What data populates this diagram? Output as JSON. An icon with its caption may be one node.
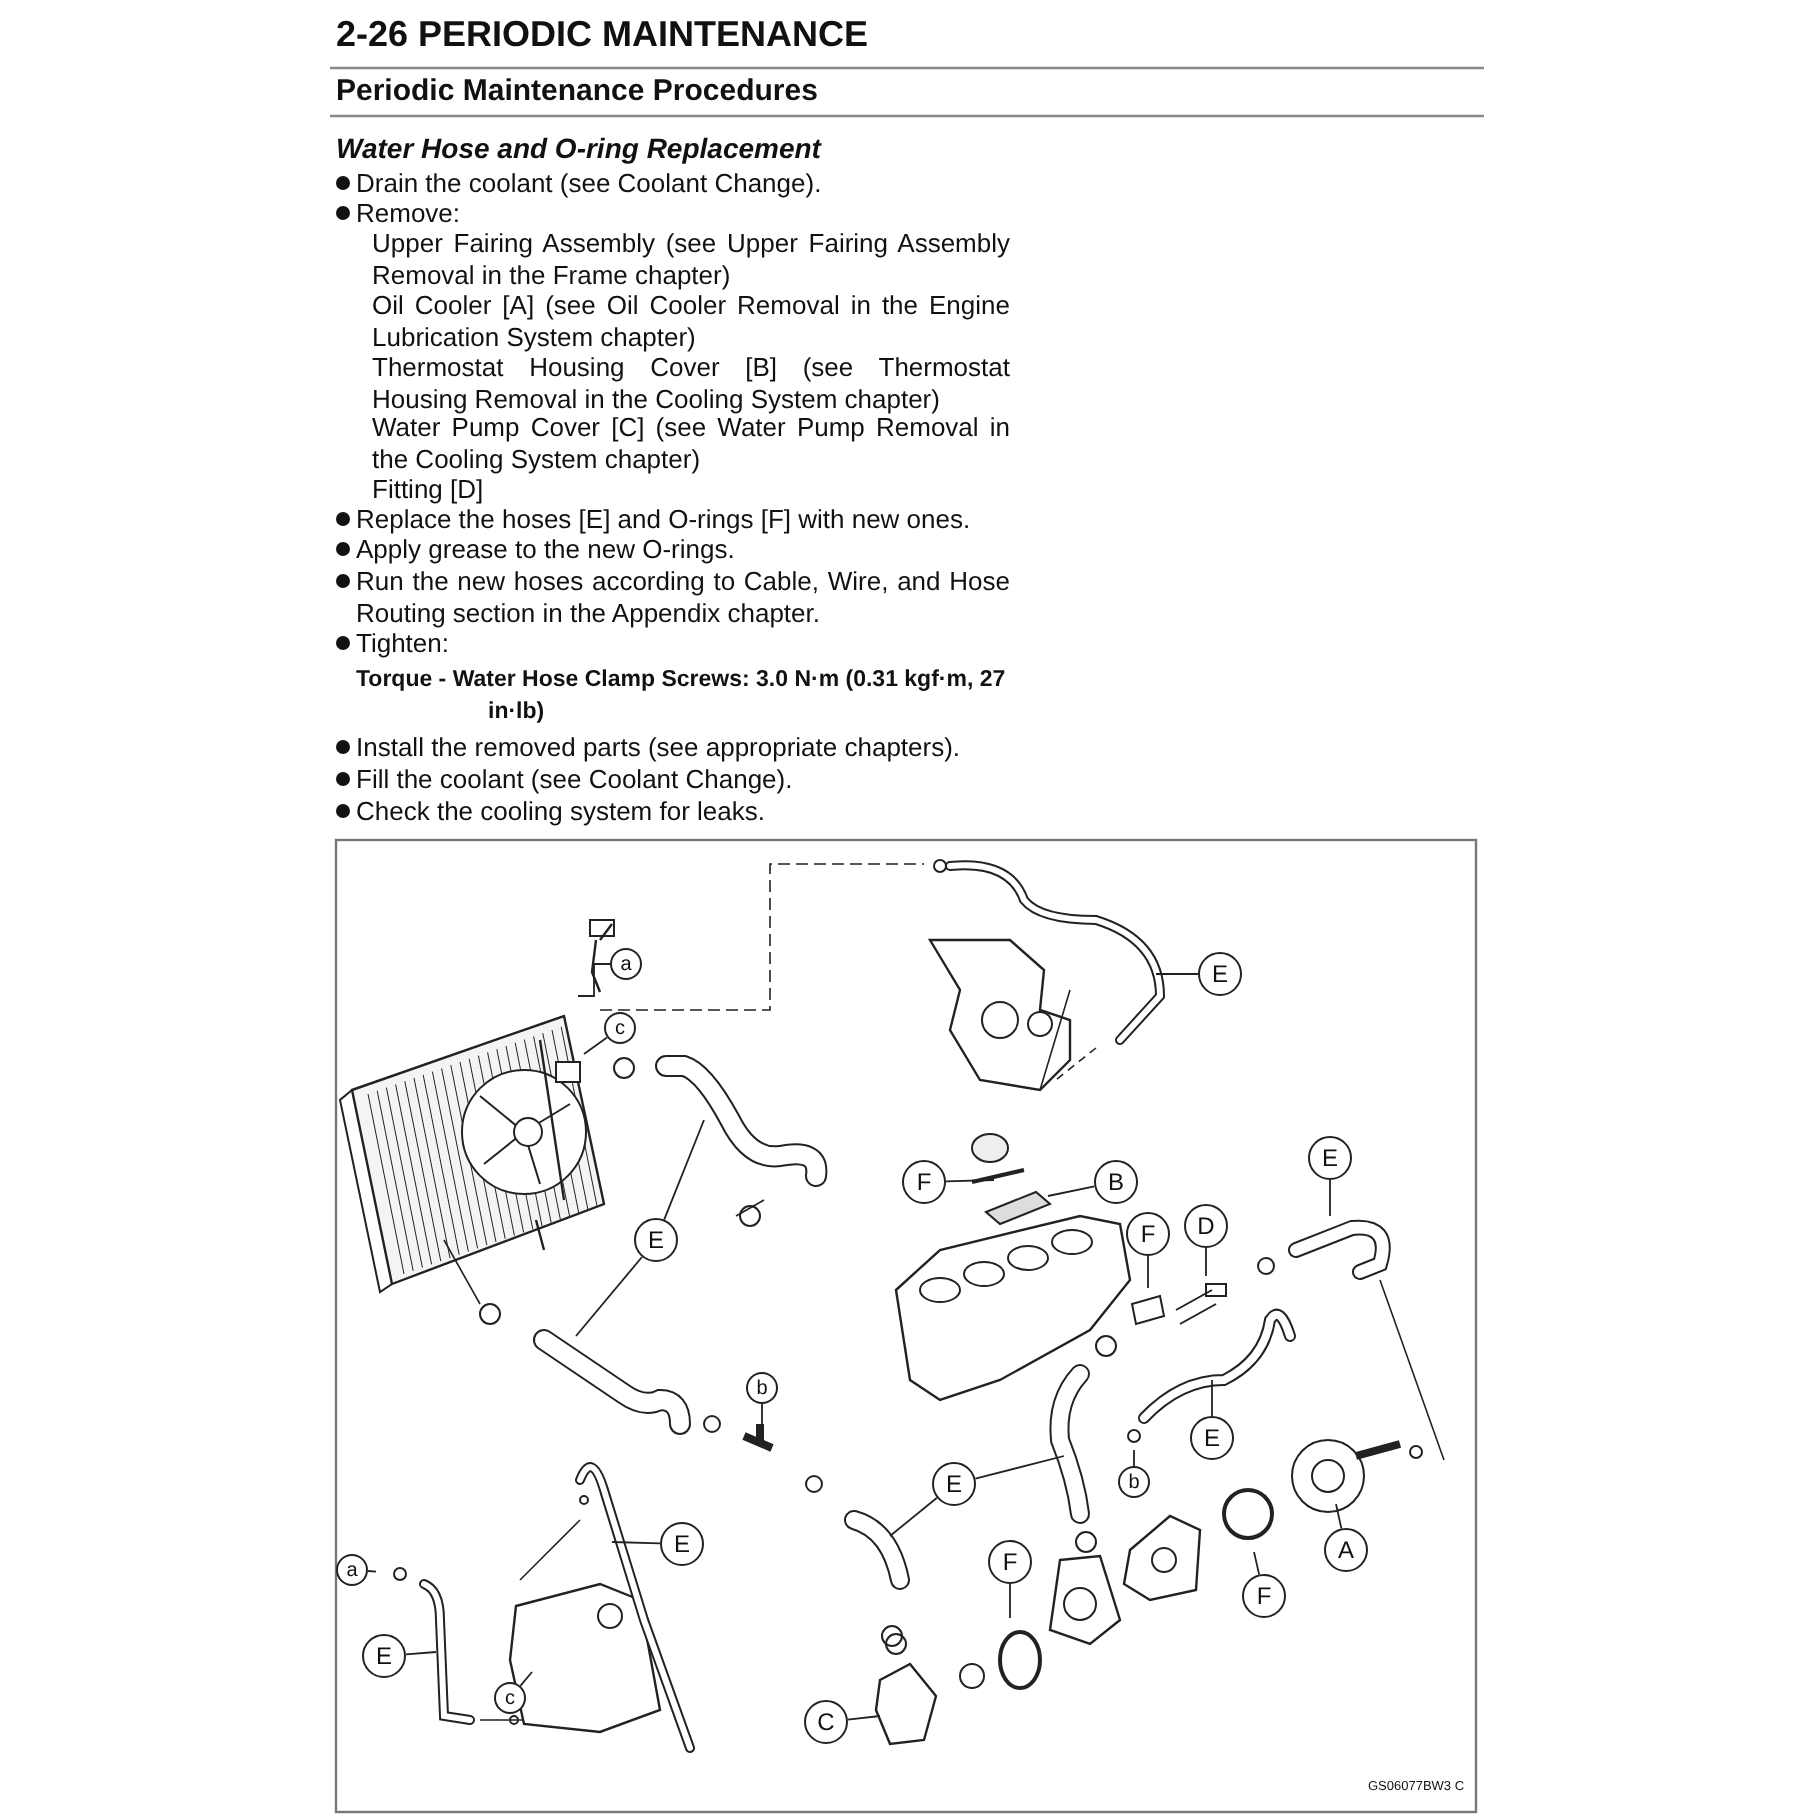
{
  "diagram": {
    "title": "2-26 PERIODIC MAINTENANCE",
    "nodes": [
      {
        "text": [
          "a"
        ]
      },
      {
        "text": [
          "E"
        ]
      },
      {
        "text": [
          "c"
        ]
      },
      {
        "text": [
          "F"
        ]
      },
      {
        "text": [
          "B"
        ]
      },
      {
        "text": [
          "E"
        ]
      },
      {
        "text": [
          "F"
        ]
      },
      {
        "text": [
          "D"
        ]
      },
      {
        "text": [
          "E"
        ]
      },
      {
        "text": [
          "b"
        ]
      },
      {
        "text": [
          "E"
        ]
      },
      {
        "text": [
          "b"
        ]
      },
      {
        "text": [
          "E"
        ]
      },
      {
        "text": [
          "A"
        ]
      },
      {
        "text": [
          "E"
        ]
      },
      {
        "text": [
          "F"
        ]
      },
      {
        "text": [
          "F"
        ]
      },
      {
        "text": [
          "a"
        ]
      },
      {
        "text": [
          "E"
        ]
      },
      {
        "text": [
          "c"
        ]
      },
      {
        "text": [
          "C"
        ]
      }
    ],
    "edges": [
      {
        "from": 0,
        "to": null,
        "arrow": "none"
      },
      {
        "from": 1,
        "to": null,
        "arrow": "none"
      },
      {
        "from": 2,
        "to": null,
        "arrow": "none"
      },
      {
        "from": 3,
        "to": null,
        "arrow": "none"
      },
      {
        "from": 4,
        "to": null,
        "arrow": "none"
      },
      {
        "from": 5,
        "to": null,
        "arrow": "none"
      },
      {
        "from": 6,
        "to": null,
        "arrow": "none"
      },
      {
        "from": 7,
        "to": null,
        "arrow": "none"
      },
      {
        "from": 8,
        "to": null,
        "arrow": "none"
      },
      {
        "from": 8,
        "to": null,
        "arrow": "none"
      },
      {
        "from": 9,
        "to": null,
        "arrow": "none"
      },
      {
        "from": 10,
        "to": null,
        "arrow": "none"
      },
      {
        "from": 11,
        "to": null,
        "arrow": "none"
      },
      {
        "from": 12,
        "to": null,
        "arrow": "none"
      },
      {
        "from": 12,
        "to": null,
        "arrow": "none"
      },
      {
        "from": 13,
        "to": null,
        "arrow": "none"
      },
      {
        "from": 14,
        "to": null,
        "arrow": "none"
      },
      {
        "from": 15,
        "to": null,
        "arrow": "none"
      },
      {
        "from": 16,
        "to": null,
        "arrow": "none"
      },
      {
        "from": 17,
        "to": null,
        "arrow": "none",
        "style": "dashed"
      },
      {
        "from": 18,
        "to": null,
        "arrow": "none"
      },
      {
        "from": 19,
        "to": null,
        "arrow": "none"
      },
      {
        "from": 20,
        "to": null,
        "arrow": "none"
      }
    ],
    "labels": [
      "Periodic Maintenance Procedures",
      "Water Hose and O-ring Replacement",
      "Drain the coolant (see Coolant Change).",
      "Remove:",
      "Upper Fairing Assembly (see Upper Fairing Assembly Removal in the Frame chapter)",
      "Oil Cooler [A] (see Oil Cooler Removal in the Engine Lubrication System chapter)",
      "Thermostat Housing Cover [B] (see Thermostat Housing Removal in the Cooling System chapter)",
      "Water Pump Cover [C] (see Water Pump Removal in the Cooling System chapter)",
      "Fitting [D]",
      "Replace the hoses [E] and O-rings [F] with new ones.",
      "Apply grease to the new O-rings.",
      "Run the new hoses according to Cable, Wire, and Hose Routing section in the Appendix chapter.",
      "Tighten:",
      "Torque - Water Hose Clamp Screws: 3.0 N·m (0.31 kgf·m, 27 in·lb)",
      "Install the removed parts (see appropriate chapters).",
      "Fill the coolant (see Coolant Change).",
      "Check the cooling system for leaks.",
      "GS06077BW3 C"
    ]
  }
}
